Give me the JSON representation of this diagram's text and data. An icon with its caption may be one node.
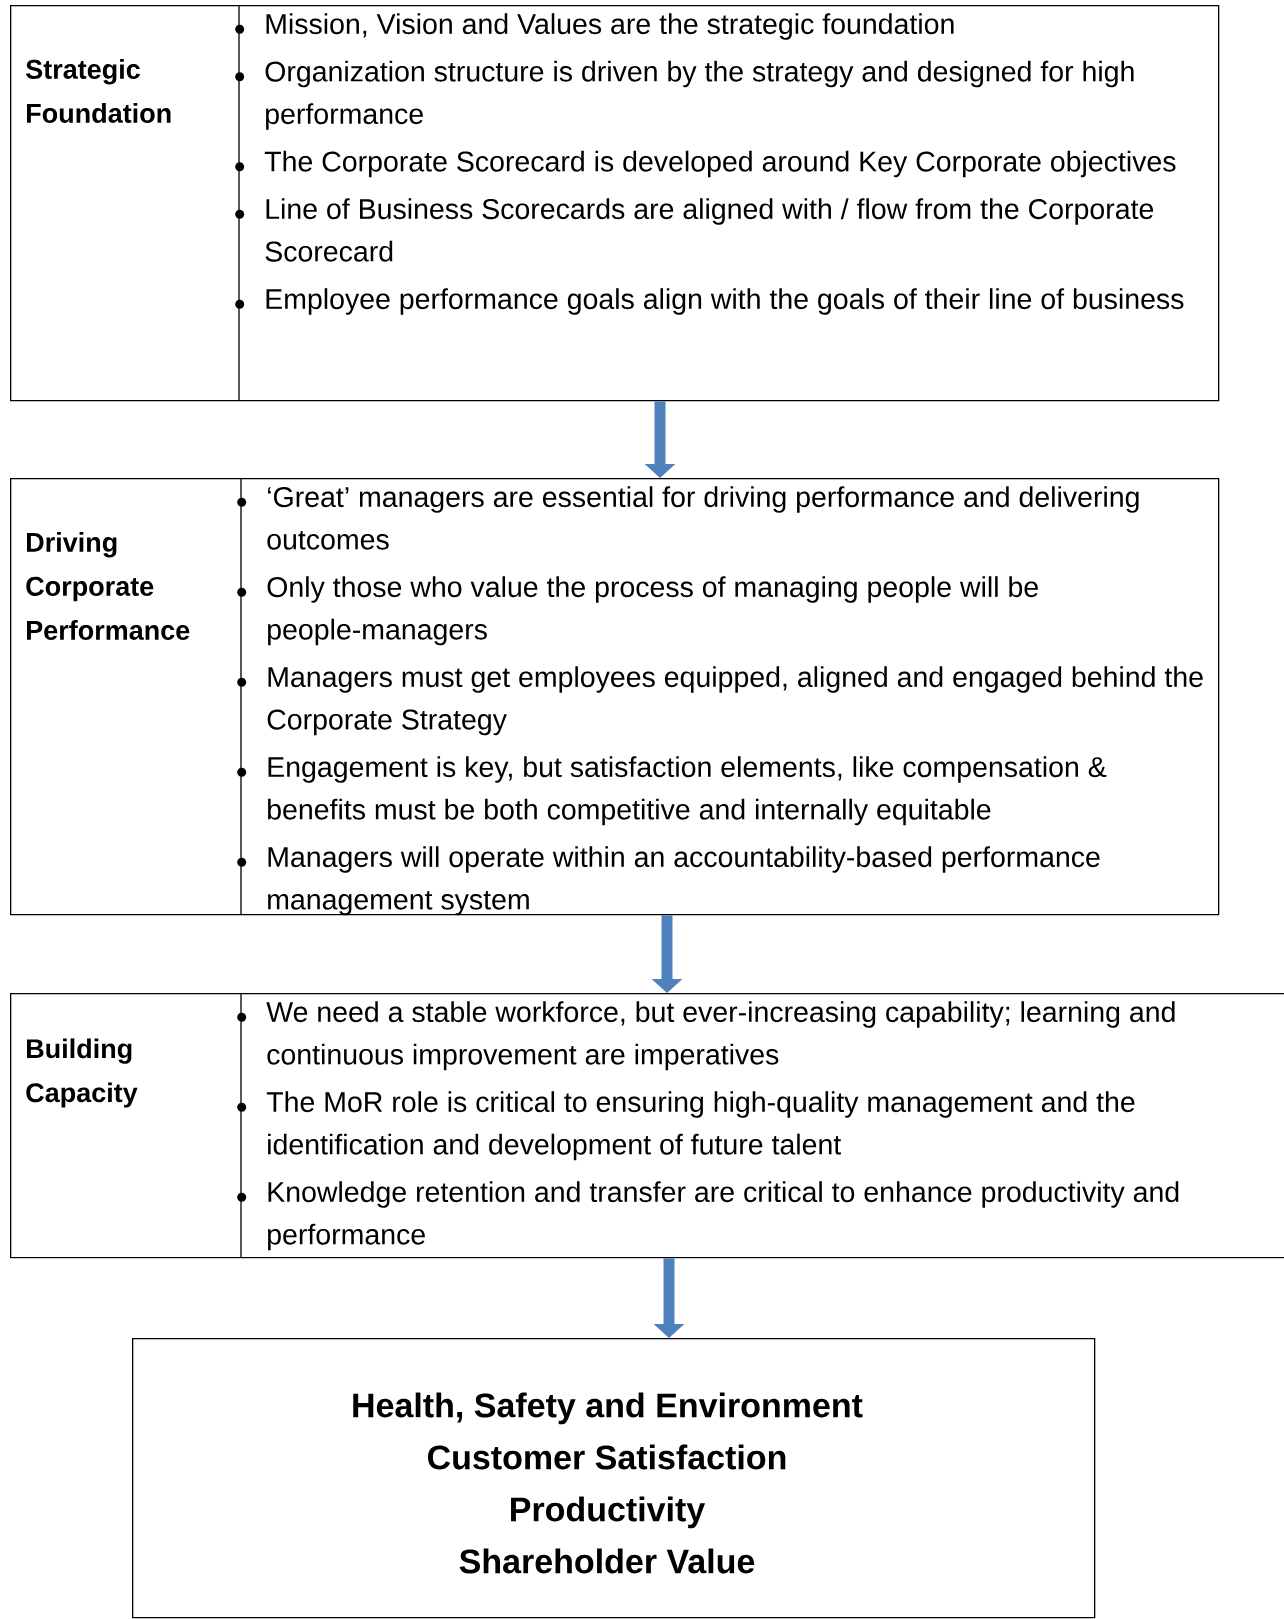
{
  "diagram": {
    "nodes": [
      {
        "text": [
          "Strategic Foundation",
          "Mission, Vision and Values are the strategic foundation",
          "Organization structure is driven by the strategy and designed for high performance",
          "The Corporate Scorecard is developed around Key Corporate objectives",
          "Line of Business Scorecards are aligned with / flow from the Corporate Scorecard",
          "Employee performance goals align with the goals of their line of business"
        ]
      },
      {
        "text": [
          "Driving Corporate Performance",
          "‘Great’ managers are essential for driving performance and delivering outcomes",
          "Only those who value the process of managing people will be people-managers",
          "Managers must get employees equipped, aligned and engaged behind the Corporate Strategy",
          "Engagement is key, but satisfaction elements, like compensation & benefits must be both competitive and internally equitable",
          "Managers will operate within an accountability-based performance management system"
        ]
      },
      {
        "text": [
          "Building Capacity",
          "We need a stable workforce, but ever-increasing capability; learning and continuous improvement are imperatives",
          "The MoR role is critical to ensuring high-quality management and the identification and development of future talent",
          "Knowledge retention and transfer are critical to enhance productivity and performance"
        ]
      },
      {
        "text": [
          "Health, Safety and Environment",
          "Customer Satisfaction",
          "Productivity",
          "Shareholder Value"
        ]
      }
    ],
    "edges": [
      {
        "from": 0,
        "to": 1,
        "arrow": "to"
      },
      {
        "from": 1,
        "to": 2,
        "arrow": "to"
      },
      {
        "from": 2,
        "to": 3,
        "arrow": "to"
      }
    ]
  }
}
